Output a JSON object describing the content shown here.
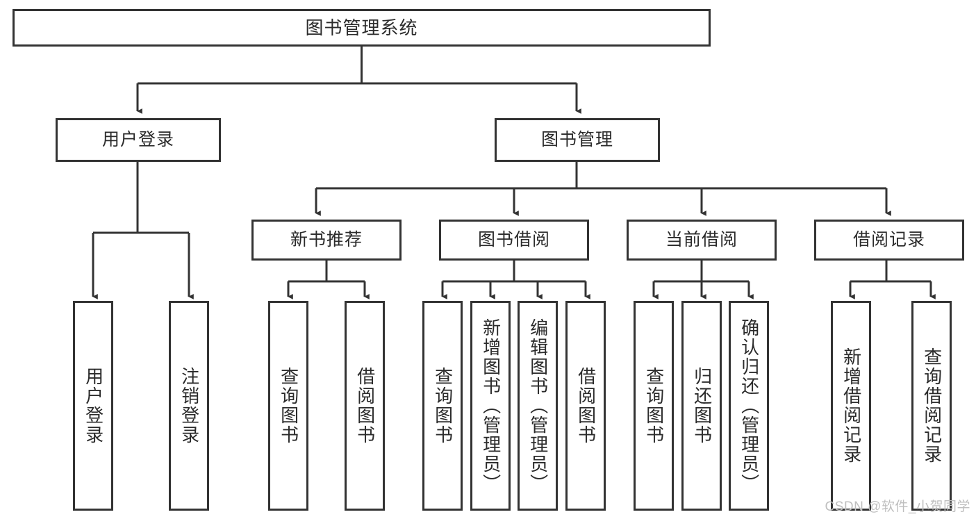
{
  "diagram": {
    "title": "图书管理系统",
    "type": "tree",
    "watermark": "CSDN @软件_小贺同学",
    "colors": {
      "box_border": "#333333",
      "box_fill": "#ffffff",
      "edge": "#333333",
      "text": "#2b2b2b",
      "watermark": "#bfbfbf"
    },
    "nodes": {
      "root": "图书管理系统",
      "level1": [
        {
          "label": "用户登录"
        },
        {
          "label": "图书管理"
        }
      ],
      "level2": [
        {
          "label": "新书推荐"
        },
        {
          "label": "图书借阅"
        },
        {
          "label": "当前借阅"
        },
        {
          "label": "借阅记录"
        }
      ],
      "leaves": {
        "user_login": [
          {
            "label": "用户登录"
          },
          {
            "label": "注销登录"
          }
        ],
        "new_book": [
          {
            "label": "查询图书"
          },
          {
            "label": "借阅图书"
          }
        ],
        "book_borrow": [
          {
            "label": "查询图书"
          },
          {
            "label": "新增图书（管理员）"
          },
          {
            "label": "编辑图书（管理员）"
          },
          {
            "label": "借阅图书"
          }
        ],
        "current_borrow": [
          {
            "label": "查询图书"
          },
          {
            "label": "归还图书"
          },
          {
            "label": "确认归还（管理员）"
          }
        ],
        "borrow_record": [
          {
            "label": "新增借阅记录"
          },
          {
            "label": "查询借阅记录"
          }
        ]
      }
    }
  }
}
